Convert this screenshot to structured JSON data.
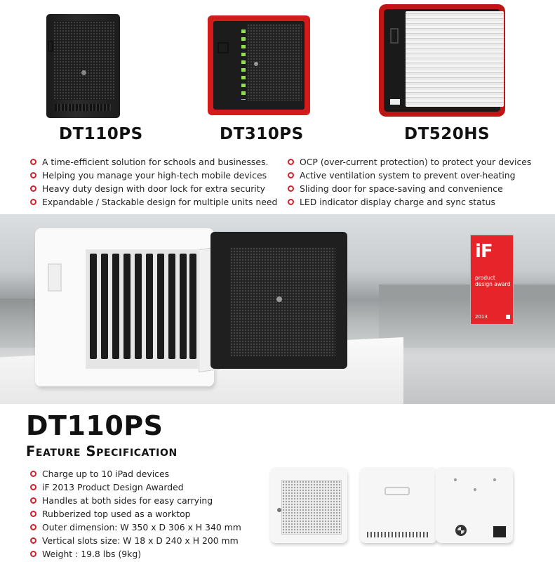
{
  "products": [
    {
      "model": "DT110PS"
    },
    {
      "model": "DT310PS"
    },
    {
      "model": "DT520HS"
    }
  ],
  "features_left": [
    "A time-efficient solution for schools and businesses.",
    "Helping you manage your high-tech mobile devices",
    "Heavy duty design with door lock for extra security",
    "Expandable / Stackable design for multiple units need"
  ],
  "features_right": [
    "OCP (over-current protection) to protect your devices",
    "Active ventilation system to prevent over-heating",
    "Sliding door for space-saving and convenience",
    "LED indicator display charge and sync status"
  ],
  "award": {
    "logo": "iF",
    "text": "product design award",
    "year": "2013"
  },
  "spec": {
    "title": "DT110PS",
    "subtitle": "Feature Specification",
    "items": [
      "Charge up to 10 iPad devices",
      "iF 2013 Product Design Awarded",
      "Handles at both sides for easy carrying",
      "Rubberized top used as a worktop",
      "Outer dimension: W 350 x D 306 x H 340 mm",
      "Vertical slots size: W 18 x D 240 x H 200 mm",
      "Weight : 19.8 lbs (9kg)"
    ]
  },
  "colors": {
    "accent_red": "#d4202a",
    "award_red": "#e8242b",
    "text": "#222222"
  }
}
